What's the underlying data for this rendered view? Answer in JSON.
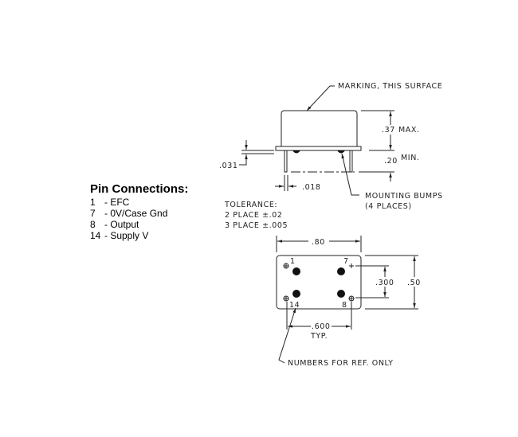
{
  "pin_connections": {
    "title": "Pin Connections:",
    "items": [
      {
        "pin": "1",
        "label": "- EFC"
      },
      {
        "pin": "7",
        "label": "- 0V/Case Gnd"
      },
      {
        "pin": "8",
        "label": "- Output"
      },
      {
        "pin": "14",
        "label": "- Supply V"
      }
    ]
  },
  "side_view": {
    "marking": "MARKING, THIS SURFACE",
    "height_max": ".37",
    "height_max_suffix": "MAX.",
    "pin_len": ".20",
    "pin_len_suffix": "MIN.",
    "flange": ".031",
    "pin_dia": ".018",
    "bumps_1": "MOUNTING BUMPS",
    "bumps_2": "(4 PLACES)"
  },
  "tolerance": {
    "title": "TOLERANCE:",
    "line1": "2 PLACE ±.02",
    "line2": "3 PLACE ±.005"
  },
  "bottom_view": {
    "width": ".80",
    "height": ".50",
    "pin_row": ".300",
    "pin_span": ".600",
    "pin_span_suffix": "TYP.",
    "pin1": "1",
    "pin7": "7",
    "pin14": "14",
    "pin8": "8",
    "note": "NUMBERS FOR REF. ONLY"
  }
}
